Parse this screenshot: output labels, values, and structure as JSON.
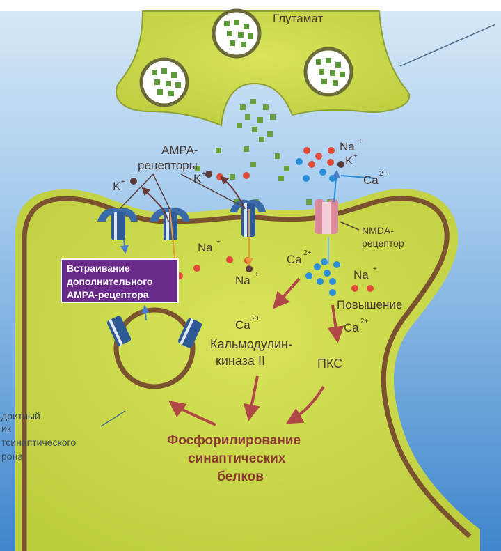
{
  "labels": {
    "glutamate": "Глутамат",
    "ampa_1": "AMPA-",
    "ampa_2": "рецепторы",
    "k_left": "K",
    "k_mid": "K",
    "na_top": "Na",
    "k_right": "K",
    "ca_top": "Ca",
    "na_mid": "Na",
    "na_mid2": "Na",
    "nmda_1": "NMDA-",
    "nmda_2": "рецептор",
    "ca_mid": "Ca",
    "na_right": "Na",
    "insert_1": "Встраивание",
    "insert_2": "дополнительного",
    "insert_3": "AMPA-рецептора",
    "increase": "Повышение",
    "ca_left": "Ca",
    "ca_right": "Ca",
    "kinase_1": "Кальмодулин-",
    "kinase_2": "киназа II",
    "pkc": "ПКС",
    "phos_1": "Фосфорилирование",
    "phos_2": "синаптических",
    "phos_3": "белков",
    "left_1": "дритный",
    "left_2": "ик",
    "left_3": "тсинаптического",
    "left_4": "рона",
    "plus": "+",
    "two_plus": "2+"
  },
  "colors": {
    "cytoplasm": "#c9d84a",
    "membrane": "#7a5230",
    "cleft_top": "#b9d8f0",
    "cleft_bottom": "#4a8fd0",
    "glutamate": "#5f9a3a",
    "na_ion": "#e04a3a",
    "ca_ion": "#2a8ed8",
    "k_ion": "#5a3a3a",
    "arrow": "#b04848",
    "insert_box": "#6a2a8a"
  }
}
